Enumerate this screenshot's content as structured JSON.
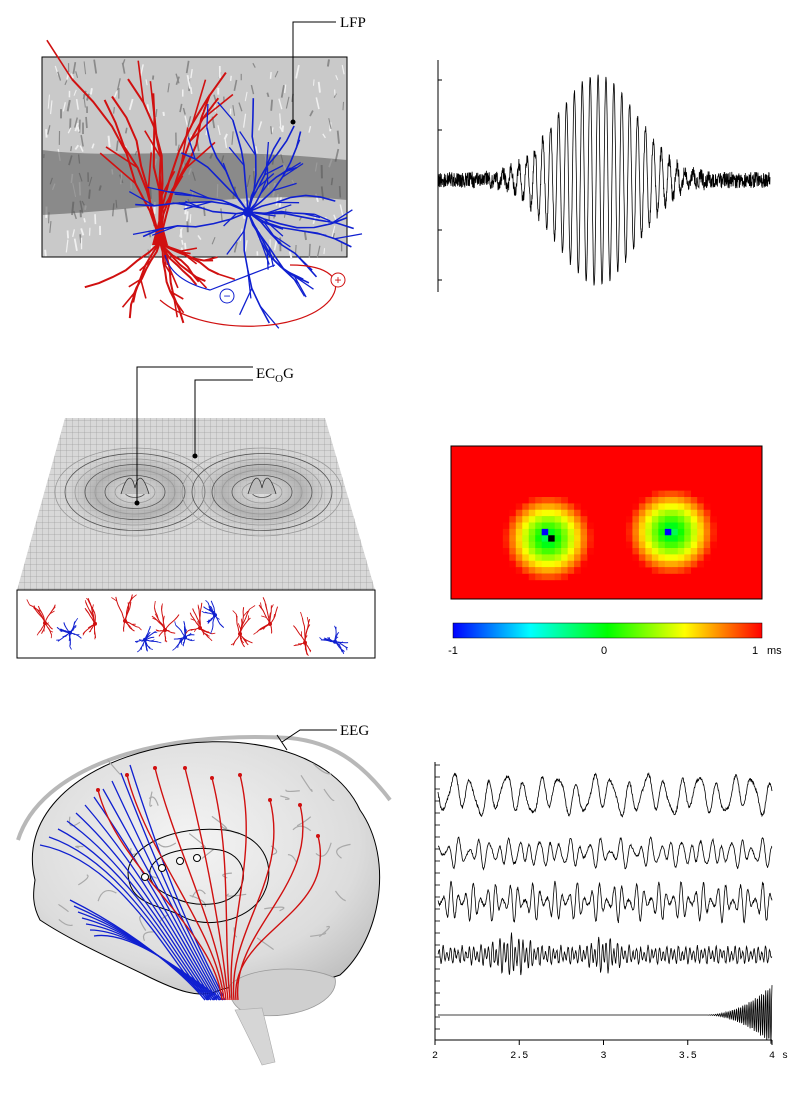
{
  "labels": {
    "lfp": "LFP",
    "ecog_main": "EC",
    "ecog_sub": "O",
    "ecog_end": "G",
    "eeg": "EEG",
    "minus": "−",
    "plus": "+"
  },
  "colorbar": {
    "min_label": "-1",
    "mid_label": "0",
    "max_label": "1",
    "unit": "ms",
    "colors": [
      "#0000ff",
      "#00ffff",
      "#00ff00",
      "#ffff00",
      "#ff0000"
    ]
  },
  "eeg_axis": {
    "ticks": [
      "2",
      "2.5",
      "3",
      "3.5",
      "4"
    ],
    "unit": "s",
    "x_range": [
      2,
      4
    ]
  },
  "colors": {
    "pyramidal": "#d01010",
    "interneuron": "#1020d0",
    "heatmap_background": "#ff0000"
  }
}
